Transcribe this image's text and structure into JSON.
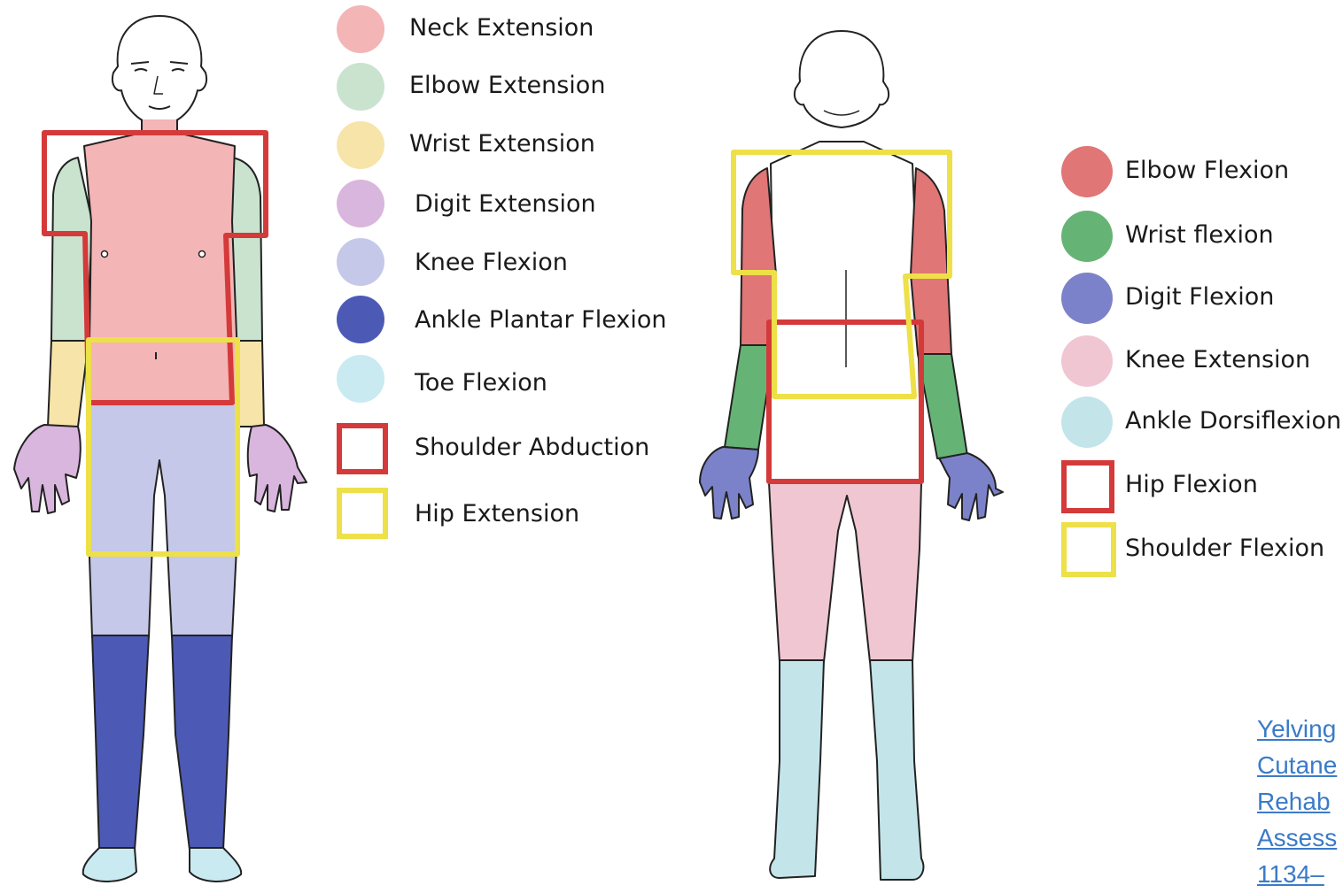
{
  "front_legend": [
    {
      "label": "Neck Extension",
      "shape": "circle",
      "color": "#f3b5b5"
    },
    {
      "label": "Elbow Extension",
      "shape": "circle",
      "color": "#c9e3cf"
    },
    {
      "label": "Wrist Extension",
      "shape": "circle",
      "color": "#f7e4a9"
    },
    {
      "label": "Digit Extension",
      "shape": "circle",
      "color": "#d9b6dd"
    },
    {
      "label": "Knee Flexion",
      "shape": "circle",
      "color": "#c5c8e8"
    },
    {
      "label": "Ankle Plantar Flexion",
      "shape": "circle",
      "color": "#4c5ab6"
    },
    {
      "label": "Toe Flexion",
      "shape": "circle",
      "color": "#c8eaf0"
    },
    {
      "label": "Shoulder Abduction",
      "shape": "square",
      "color": "#d43a3a"
    },
    {
      "label": "Hip Extension",
      "shape": "square",
      "color": "#ede048"
    }
  ],
  "back_legend": [
    {
      "label": "Elbow Flexion",
      "shape": "circle",
      "color": "#e07676"
    },
    {
      "label": "Wrist flexion",
      "shape": "circle",
      "color": "#66b475"
    },
    {
      "label": "Digit Flexion",
      "shape": "circle",
      "color": "#7c82c9"
    },
    {
      "label": "Knee Extension",
      "shape": "circle",
      "color": "#f0c6d2"
    },
    {
      "label": "Ankle Dorsiflexion",
      "shape": "circle",
      "color": "#c3e5ea"
    },
    {
      "label": "Hip Flexion",
      "shape": "square",
      "color": "#d43a3a"
    },
    {
      "label": "Shoulder Flexion",
      "shape": "square",
      "color": "#ede048"
    }
  ],
  "citation": {
    "lines": [
      "Yelving",
      "Cutane",
      "Rehab",
      "Assess",
      "1134–"
    ]
  }
}
